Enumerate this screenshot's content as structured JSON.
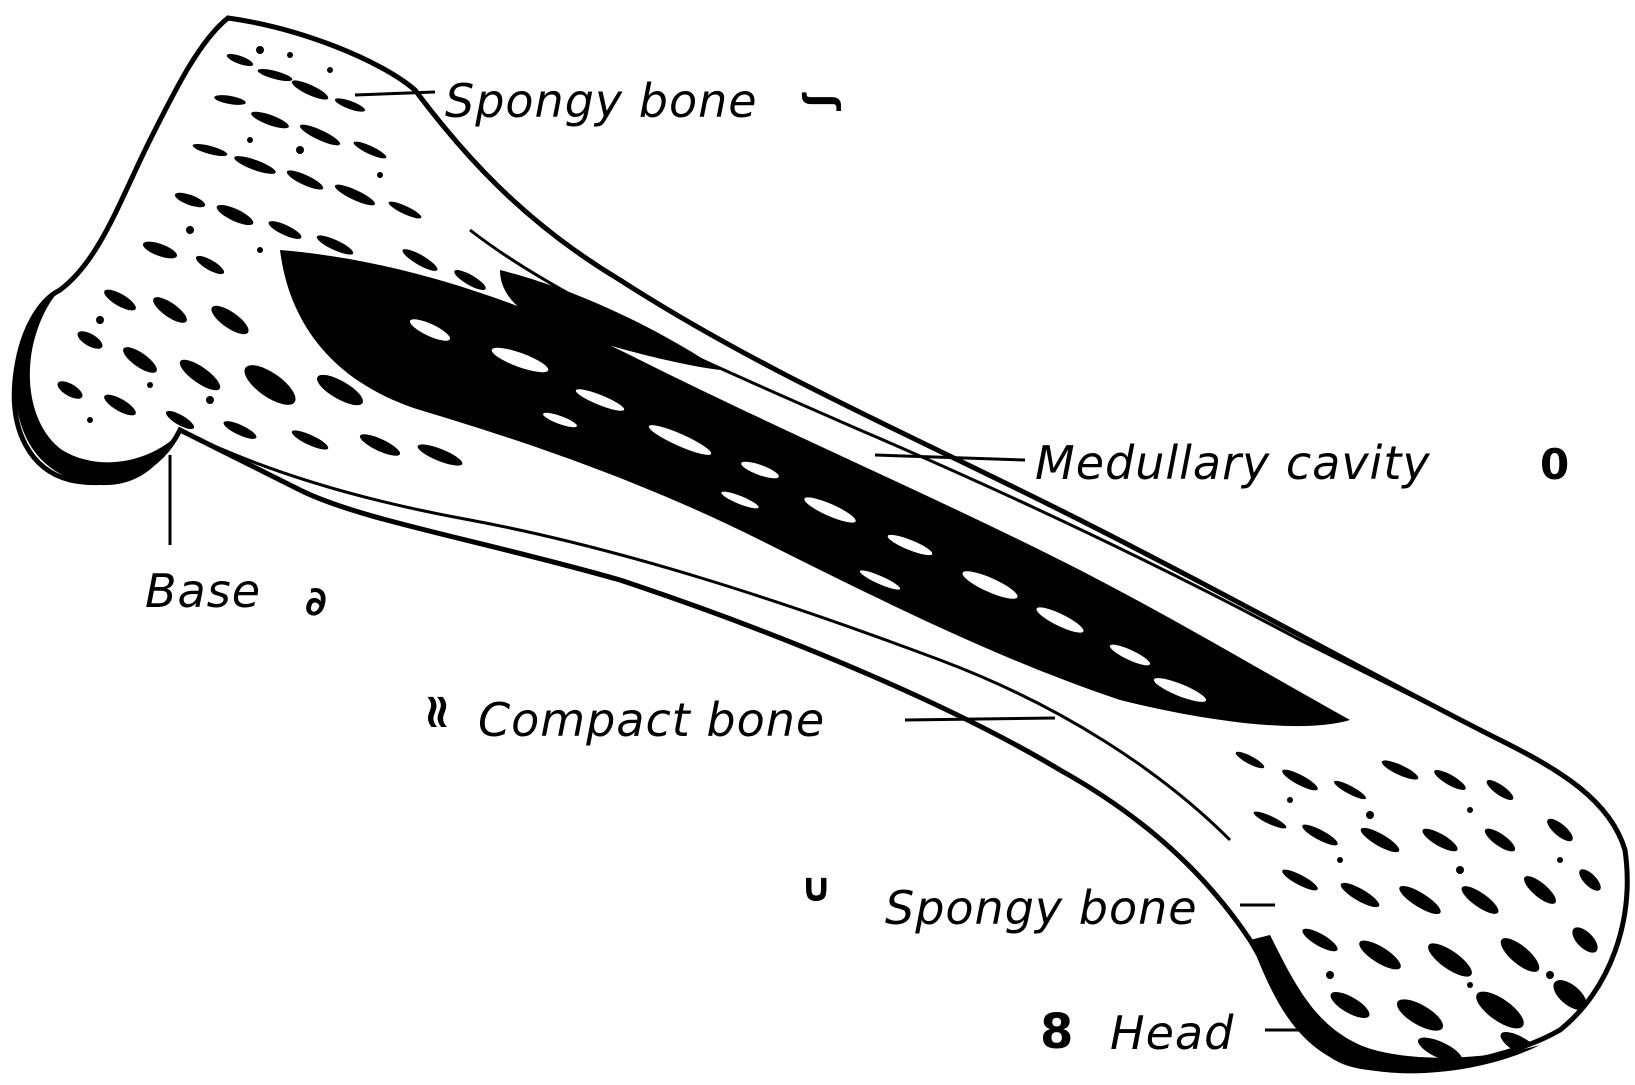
{
  "diagram": {
    "labels": {
      "spongy_bone_top": "Spongy bone",
      "medullary_cavity": "Medullary cavity",
      "base": "Base",
      "compact_bone": "Compact bone",
      "spongy_bone_bottom": "Spongy bone",
      "head": "Head"
    },
    "marks": {
      "mark_1": "ʃ",
      "mark_2": "0",
      "mark_3": "∂",
      "mark_4": "≈",
      "mark_5": "∪",
      "mark_6": "8"
    }
  },
  "colors": {
    "ink": "#000000",
    "paper": "#ffffff"
  }
}
